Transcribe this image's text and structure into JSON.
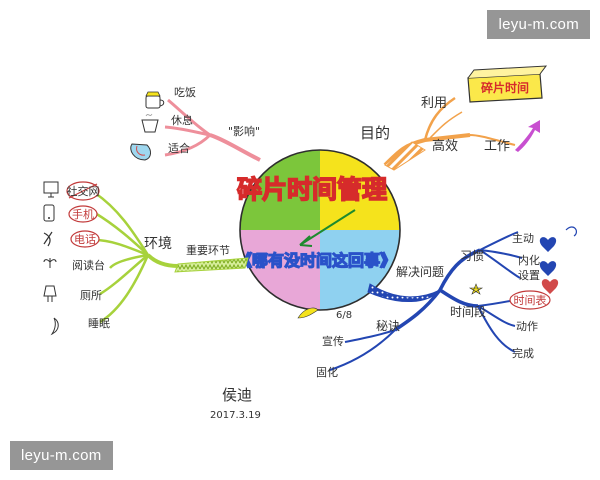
{
  "center": {
    "title": "碎片时间管理",
    "subtitle": "《哪有没时间这回事》",
    "colors": [
      "#7cc63b",
      "#f5e31c",
      "#e8a7d7",
      "#8fd1f0"
    ]
  },
  "branches": {
    "purpose": {
      "label": "目的",
      "sub1": "利用",
      "sub1_child": "碎片时间",
      "sub2": "高效",
      "sub2_child": "工作",
      "color": "#f2a24b"
    },
    "ying": {
      "label": "\"影响\"",
      "items": [
        "吃饭",
        "休息",
        "适合"
      ],
      "color": "#ee8f9b"
    },
    "environment": {
      "label": "环境",
      "sub": "重要环节",
      "items": [
        "社交网",
        "手机",
        "电话",
        "阅读台",
        "厕所",
        "睡眠"
      ],
      "color": "#a7d23c"
    },
    "method": {
      "label": "解决问题",
      "sub_a": "习惯",
      "habits": [
        "主动",
        "内化",
        "设置"
      ],
      "sub_b": "时间段",
      "periods": [
        "时间表",
        "动作",
        "完成"
      ],
      "sub_c": "秘诀",
      "secrets": [
        "宣传",
        "固化"
      ],
      "tag": "6/8",
      "color": "#2346b2"
    }
  },
  "signature": {
    "name": "侯迪",
    "date": "2017.3.19"
  },
  "watermark": {
    "top": "leyu-m.com",
    "bottom": "leyu-m.com"
  }
}
